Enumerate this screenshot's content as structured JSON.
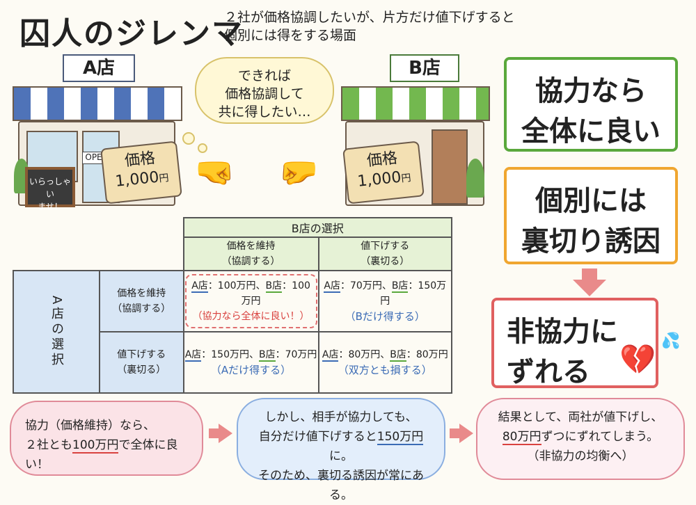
{
  "title": "囚人のジレンマ",
  "subtitle": [
    "２社が価格協調したいが、片方だけ値下げすると",
    "個別には得をする場面"
  ],
  "store_a": {
    "sign": "A店",
    "open_sign": "OPEN",
    "chalkboard": [
      "いらっしゃい",
      "ませ！"
    ],
    "tag_line1": "価格",
    "tag_price": "1,000",
    "tag_unit": "円"
  },
  "store_b": {
    "sign": "B店",
    "tag_line1": "価格",
    "tag_price": "1,000",
    "tag_unit": "円"
  },
  "thought": [
    "できれば",
    "価格協調して",
    "共に得したい…"
  ],
  "cards": {
    "coop": [
      "協力なら",
      "全体に良い"
    ],
    "betray": [
      "個別には",
      "裏切り誘因"
    ],
    "noncoop": [
      "非協力に",
      "ずれる"
    ]
  },
  "matrix": {
    "b_header": "B店の選択",
    "a_header": "A店の選択",
    "col1": [
      "価格を維持",
      "（協調する）"
    ],
    "col2": [
      "値下げする",
      "（裏切る）"
    ],
    "row1": [
      "価格を維持",
      "（協調する）"
    ],
    "row2": [
      "値下げする",
      "（裏切る）"
    ],
    "c11": {
      "a": "A店",
      "a_val": "：100万円、",
      "b": "B店",
      "b_val": "：100万円",
      "note": "（協力なら全体に良い！）"
    },
    "c12": {
      "a": "A店",
      "a_val": "：70万円、",
      "b": "B店",
      "b_val": "：150万円",
      "note": "（Bだけ得する）"
    },
    "c21": {
      "a": "A店",
      "a_val": "：150万円、",
      "b": "B店",
      "b_val": "：70万円",
      "note": "（Aだけ得する）"
    },
    "c22": {
      "a": "A店",
      "a_val": "：80万円、",
      "b": "B店",
      "b_val": "：80万円",
      "note": "（双方とも損する）"
    }
  },
  "bottom": {
    "box1": {
      "line1": "協力（価格維持）なら、",
      "line2_pre": "２社とも",
      "line2_em": "100万円",
      "line2_post": "で全体に良い！"
    },
    "box2": {
      "line1": "しかし、相手が協力しても、",
      "line2_pre": "自分だけ値下げすると",
      "line2_em": "150万円",
      "line2_post": "に。",
      "line3": "そのため、裏切る誘因が常にある。"
    },
    "box3": {
      "line1": "結果として、両社が値下げし、",
      "line2_em": "80万円",
      "line2_post": "ずつにずれてしまう。",
      "line3": "（非協力の均衡へ）"
    }
  },
  "colors": {
    "store_a_accent": "#4f73b8",
    "store_b_accent": "#73b84f",
    "card_green": "#5aa83c",
    "card_orange": "#f0a630",
    "card_red": "#e06060"
  },
  "icons": [
    "handshake-left-icon",
    "handshake-right-icon",
    "broken-heart-icon",
    "sweat-drop-icon",
    "arrow-down-icon",
    "arrow-right-icon"
  ]
}
